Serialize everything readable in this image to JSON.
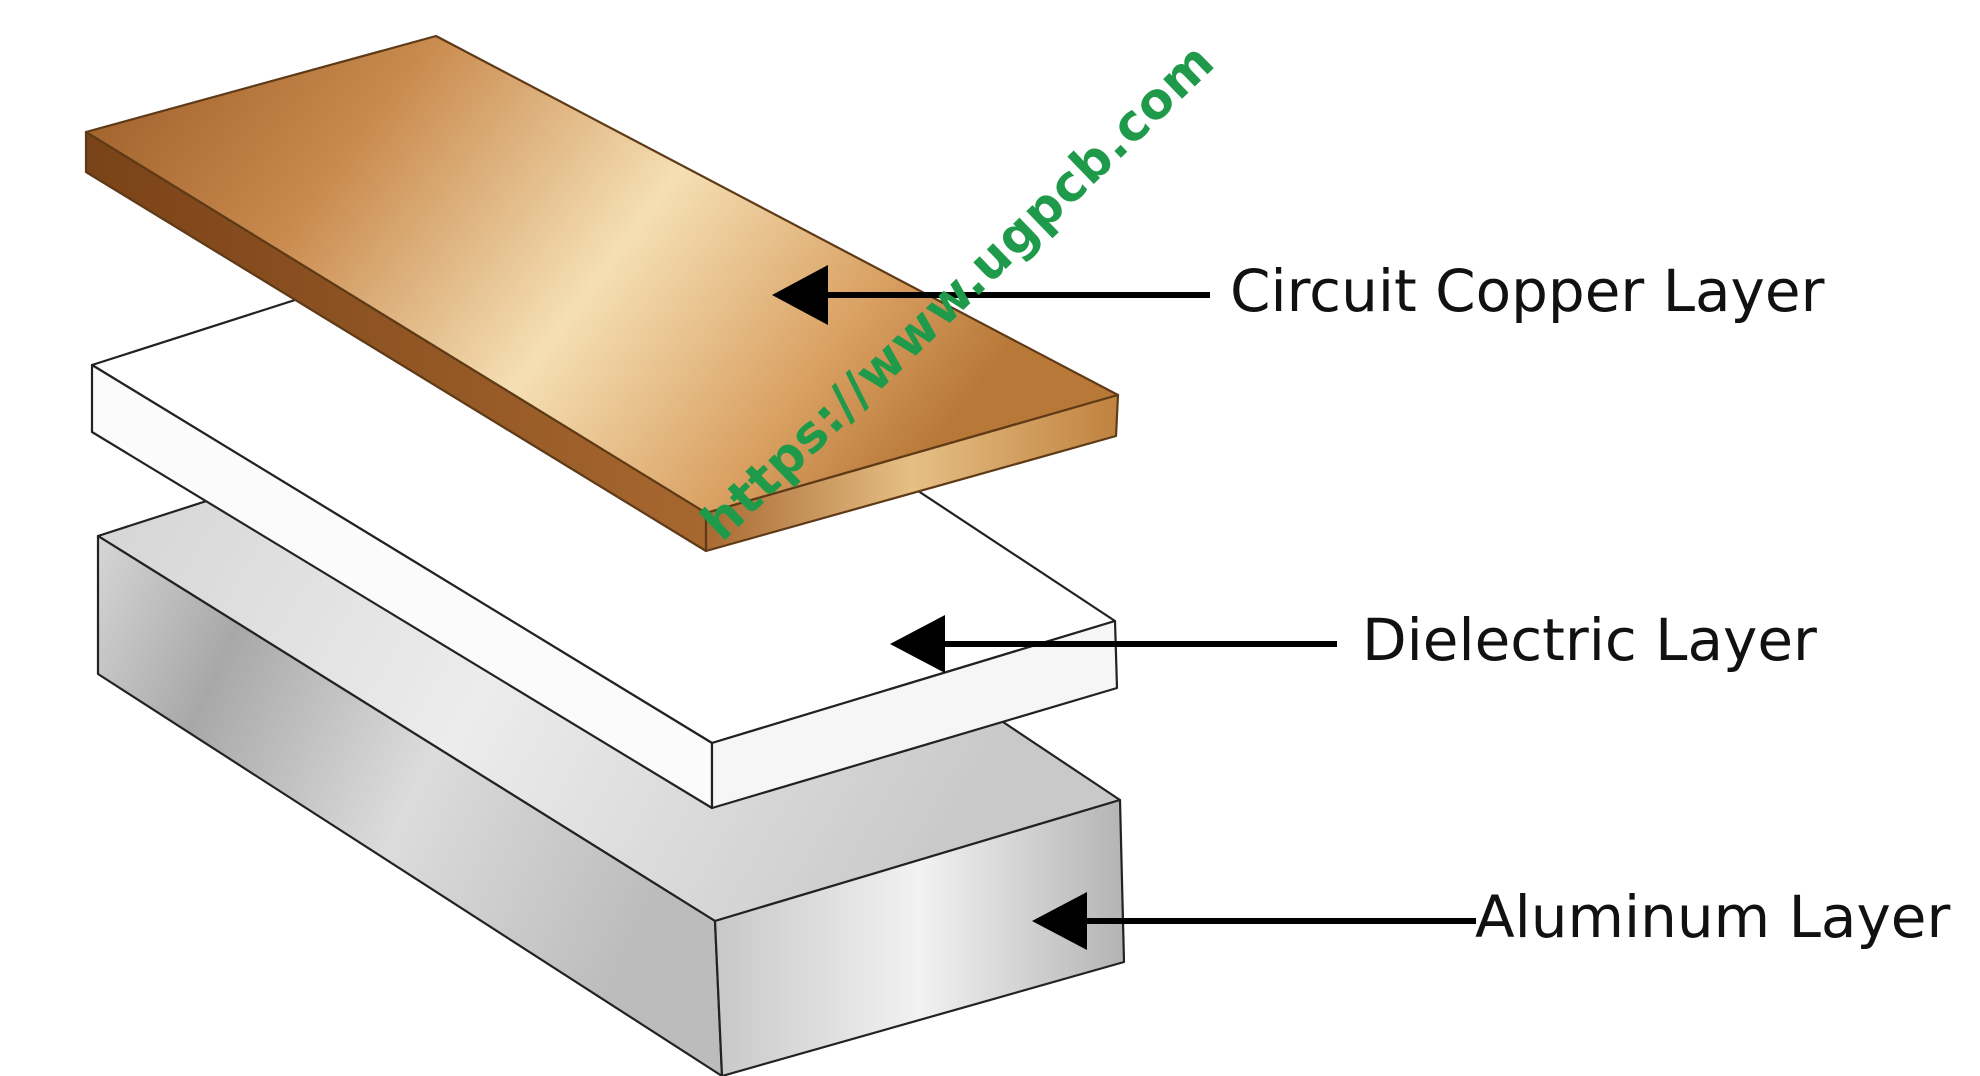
{
  "labels": {
    "copper": "Circuit Copper Layer",
    "dielectric": "Dielectric Layer",
    "aluminum": "Aluminum Layer"
  },
  "watermark": "https://www.ugpcb.com",
  "colors": {
    "copper_dark": "#9c5f2c",
    "copper_light": "#f4dcb0",
    "dielectric": "#ffffff",
    "aluminum_dark": "#a9a9a9",
    "aluminum_light": "#f3f3f3",
    "watermark": "#1e9a4a",
    "text": "#111111"
  }
}
